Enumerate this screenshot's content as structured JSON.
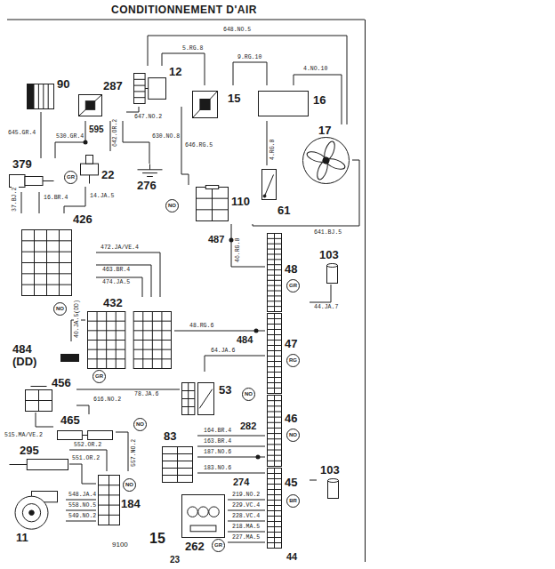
{
  "diagram": {
    "title": "CONDITIONNEMENT D'AIR",
    "nodes": [
      {
        "text": [
          "90"
        ]
      },
      {
        "text": [
          "287"
        ]
      },
      {
        "text": [
          "12"
        ]
      },
      {
        "text": [
          "15"
        ]
      },
      {
        "text": [
          "16"
        ]
      },
      {
        "text": [
          "17"
        ]
      },
      {
        "text": [
          "276"
        ]
      },
      {
        "text": [
          "110"
        ]
      },
      {
        "text": [
          "61"
        ]
      },
      {
        "text": [
          "379"
        ]
      },
      {
        "text": [
          "22"
        ]
      },
      {
        "text": [
          "426"
        ]
      },
      {
        "text": [
          "48"
        ]
      },
      {
        "text": [
          "103"
        ]
      },
      {
        "text": [
          "432"
        ]
      },
      {
        "text": [
          "484 (DD)"
        ]
      },
      {
        "text": [
          "47"
        ]
      },
      {
        "text": [
          "456"
        ]
      },
      {
        "text": [
          "53"
        ]
      },
      {
        "text": [
          "46"
        ]
      },
      {
        "text": [
          "465"
        ]
      },
      {
        "text": [
          "295"
        ]
      },
      {
        "text": [
          "83"
        ]
      },
      {
        "text": [
          "45"
        ]
      },
      {
        "text": [
          "103"
        ]
      },
      {
        "text": [
          "184"
        ]
      },
      {
        "text": [
          "11"
        ]
      },
      {
        "text": [
          "262"
        ]
      }
    ],
    "edges": [
      {
        "from": 0,
        "to": 9,
        "arrow": "none",
        "label": "645.GR.4"
      },
      {
        "from": 1,
        "to": 9,
        "arrow": "none",
        "label": "530.GR.4"
      },
      {
        "from": 1,
        "to": 2,
        "arrow": "none",
        "label": "647.NO.2"
      },
      {
        "from": 2,
        "to": 3,
        "arrow": "none",
        "label": "5.RG.8"
      },
      {
        "from": 3,
        "to": 4,
        "arrow": "none",
        "label": "9.RG.10"
      },
      {
        "from": 4,
        "to": 5,
        "arrow": "none",
        "label": "4.NO.10"
      },
      {
        "from": 2,
        "to": 5,
        "arrow": "none",
        "label": "648.NO.5"
      },
      {
        "from": 2,
        "to": 7,
        "arrow": "none",
        "label": "646.RG.5"
      },
      {
        "from": 1,
        "to": 6,
        "arrow": "none",
        "label": "630.NO.8"
      },
      {
        "from": 10,
        "to": 1,
        "arrow": "none",
        "label": "642.OR.2"
      },
      {
        "from": 9,
        "to": 11,
        "arrow": "none",
        "label": "37.BJ.2"
      },
      {
        "from": 10,
        "to": 11,
        "arrow": "none",
        "label": "14.JA.5"
      },
      {
        "from": 4,
        "to": 8,
        "arrow": "none",
        "label": "4.RG.8"
      },
      {
        "from": 7,
        "to": 5,
        "arrow": "none",
        "label": "641.BJ.5"
      },
      {
        "from": 7,
        "to": 12,
        "arrow": "none",
        "label": "46.RG.8"
      },
      {
        "from": 11,
        "to": 14,
        "arrow": "none",
        "label": "472.JA/VE.4"
      },
      {
        "from": 11,
        "to": 14,
        "arrow": "none",
        "label": "463.BR.4"
      },
      {
        "from": 11,
        "to": 14,
        "arrow": "none",
        "label": "474.JA.5"
      },
      {
        "from": 9,
        "to": 11,
        "arrow": "none",
        "label": "16.BR.4"
      },
      {
        "from": 14,
        "to": 16,
        "arrow": "none",
        "label": "48.RG.6"
      },
      {
        "from": 18,
        "to": 16,
        "arrow": "none",
        "label": "64.JA.6"
      },
      {
        "from": 15,
        "to": 14,
        "arrow": "none",
        "label": "40.JA.5(DD)"
      },
      {
        "from": 17,
        "to": 18,
        "arrow": "none",
        "label": "78.JA.6"
      },
      {
        "from": 17,
        "to": 20,
        "arrow": "none",
        "label": "515.MA/VE.2"
      },
      {
        "from": 17,
        "to": 20,
        "arrow": "none",
        "label": "616.NO.2"
      },
      {
        "from": 21,
        "to": 25,
        "arrow": "none",
        "label": "552.OR.2"
      },
      {
        "from": 20,
        "to": 25,
        "arrow": "none",
        "label": "557.NO.2"
      },
      {
        "from": 26,
        "to": 25,
        "arrow": "none",
        "label": "548.JA.4"
      },
      {
        "from": 26,
        "to": 25,
        "arrow": "none",
        "label": "558.NO.5"
      },
      {
        "from": 26,
        "to": 25,
        "arrow": "none",
        "label": "549.NO.2"
      },
      {
        "from": 21,
        "to": 25,
        "arrow": "none",
        "label": "551.OR.2"
      },
      {
        "from": 22,
        "to": 19,
        "arrow": "none",
        "label": "164.BR.4"
      },
      {
        "from": 22,
        "to": 19,
        "arrow": "none",
        "label": "163.BR.4"
      },
      {
        "from": 22,
        "to": 19,
        "arrow": "none",
        "label": "187.NO.6"
      },
      {
        "from": 22,
        "to": 23,
        "arrow": "none",
        "label": "183.NO.6"
      },
      {
        "from": 27,
        "to": 23,
        "arrow": "none",
        "label": "219.NO.2"
      },
      {
        "from": 27,
        "to": 23,
        "arrow": "none",
        "label": "229.VC.4"
      },
      {
        "from": 27,
        "to": 23,
        "arrow": "none",
        "label": "228.VC.4"
      },
      {
        "from": 27,
        "to": 23,
        "arrow": "none",
        "label": "218.MA.5"
      },
      {
        "from": 27,
        "to": 23,
        "arrow": "none",
        "label": "227.MA.5"
      },
      {
        "from": 13,
        "to": 12,
        "arrow": "none",
        "label": "44.JA.7"
      },
      {
        "from": 24,
        "to": 23,
        "arrow": "none"
      }
    ],
    "labels": [
      "595",
      "GR",
      "NO",
      "NO",
      "487",
      "GR",
      "RG",
      "NO",
      "BR",
      "44",
      "GR",
      "484",
      "NO",
      "282",
      "274",
      "NO",
      "NO",
      "GR",
      "9100",
      "15",
      "23"
    ]
  }
}
